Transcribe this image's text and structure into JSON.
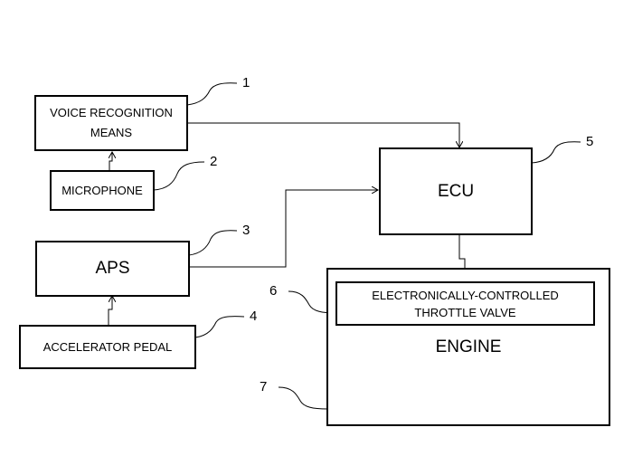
{
  "blocks": {
    "voice_recognition": {
      "line1": "VOICE RECOGNITION",
      "line2": "MEANS"
    },
    "microphone": {
      "label": "MICROPHONE"
    },
    "aps": {
      "label": "APS"
    },
    "accelerator_pedal": {
      "label": "ACCELERATOR PEDAL"
    },
    "ecu": {
      "label": "ECU"
    },
    "engine": {
      "label": "ENGINE"
    },
    "throttle_valve": {
      "line1": "ELECTRONICALLY-CONTROLLED",
      "line2": "THROTTLE VALVE"
    }
  },
  "reference_numerals": [
    "1",
    "2",
    "3",
    "4",
    "5",
    "6",
    "7"
  ]
}
